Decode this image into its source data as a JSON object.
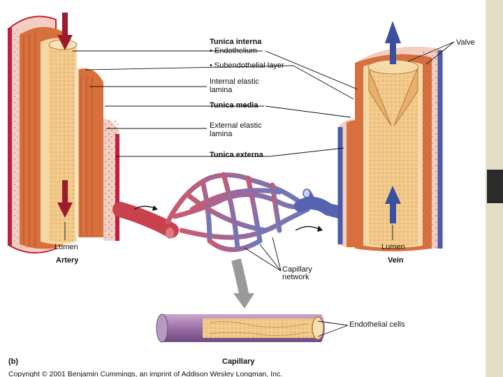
{
  "labels": {
    "tunica_interna": "Tunica interna",
    "endothelium": "• Endothelium",
    "subendothelial": "• Subendothelial layer",
    "internal_elastic_1": "Internal elastic",
    "internal_elastic_2": "lamina",
    "tunica_media": "Tunica media",
    "external_elastic_1": "External elastic",
    "external_elastic_2": "lamina",
    "tunica_externa": "Tunica externa",
    "valve": "Valve",
    "lumen_left": "Lumen",
    "artery": "Artery",
    "lumen_right": "Lumen",
    "vein": "Vein",
    "capillary_network_1": "Capillary",
    "capillary_network_2": "network",
    "endothelial_cells": "Endothelial cells",
    "panel": "(b)",
    "capillary": "Capillary",
    "copyright": "Copyright © 2001 Benjamin Cummings, an imprint of Addison Wesley Longman, Inc."
  },
  "colors": {
    "artery_red": "#c41e3a",
    "vein_blue": "#4a5ba8",
    "media_orange": "#d8703e",
    "interna_tan": "#f0c27a",
    "externa_pink": "#f3cfc3",
    "flow_arrow_red": "#9b1b2a",
    "flow_arrow_blue": "#3b4fa0"
  }
}
